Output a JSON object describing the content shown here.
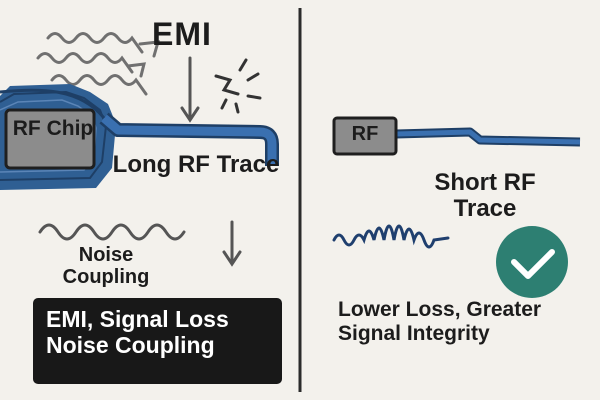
{
  "left_panel": {
    "emi_label": "EMI",
    "chip_label": "RF Chip",
    "trace_label": "Long RF Trace",
    "noise_label": "Noise Coupling",
    "problems_box": "EMI, Signal Loss Noise Coupling"
  },
  "right_panel": {
    "chip_label": "RF",
    "trace_label": "Short RF Trace",
    "benefit_label": "Lower Loss, Greater Signal Integrity"
  },
  "colors": {
    "background": "#f3f1ec",
    "pcb_blue": "#2f5f93",
    "trace_blue": "#3a70b0",
    "chip_gray": "#8c8c8c",
    "wave_blue": "#1f3f6e",
    "check_green": "#2d7f72",
    "divider": "#2b2b2b",
    "box_dark": "#181818"
  },
  "icons": [
    "emi-wave-icon",
    "arrow-down-icon",
    "spark-icon",
    "check-icon",
    "signal-wave-icon"
  ]
}
